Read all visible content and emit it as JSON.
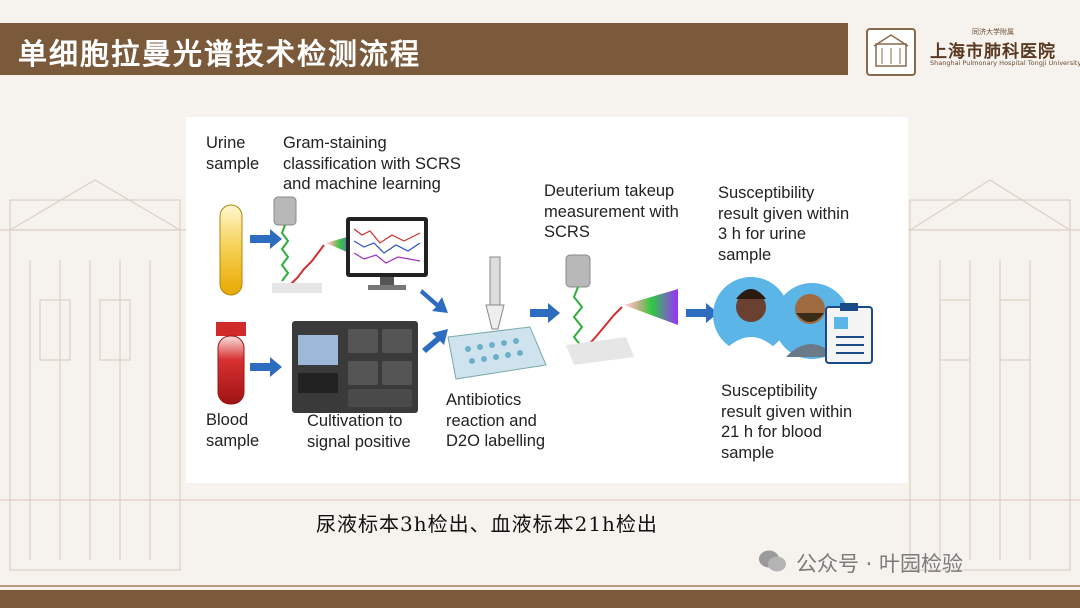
{
  "header": {
    "title": "单细胞拉曼光谱技术检测流程",
    "logo": {
      "top_text": "同济大学附属",
      "main_text": "上海市肺科医院",
      "sub_text": "Shanghai Pulmonary Hospital Tongji University"
    }
  },
  "diagram": {
    "urine_sample": "Urine\nsample",
    "gram_staining": "Gram-staining\nclassification with SCRS\nand machine learning",
    "deuterium": "Deuterium takeup\nmeasurement with\nSCRS",
    "result_urine": "Susceptibility\nresult given within\n3 h for urine\nsample",
    "blood_sample": "Blood\nsample",
    "cultivation": "Cultivation to\nsignal positive",
    "antibiotics": "Antibiotics\nreaction and\nD2O labelling",
    "result_blood": "Susceptibility\nresult given within\n21 h for blood\nsample"
  },
  "caption": "尿液标本3h检出、血液标本21h检出",
  "watermark": "公众号 · 叶园检验",
  "colors": {
    "brand_brown": "#7b5a3c",
    "arrow_blue": "#2e6cc0",
    "blood_red": "#c8262a",
    "urine_yellow": "#f0b400"
  }
}
